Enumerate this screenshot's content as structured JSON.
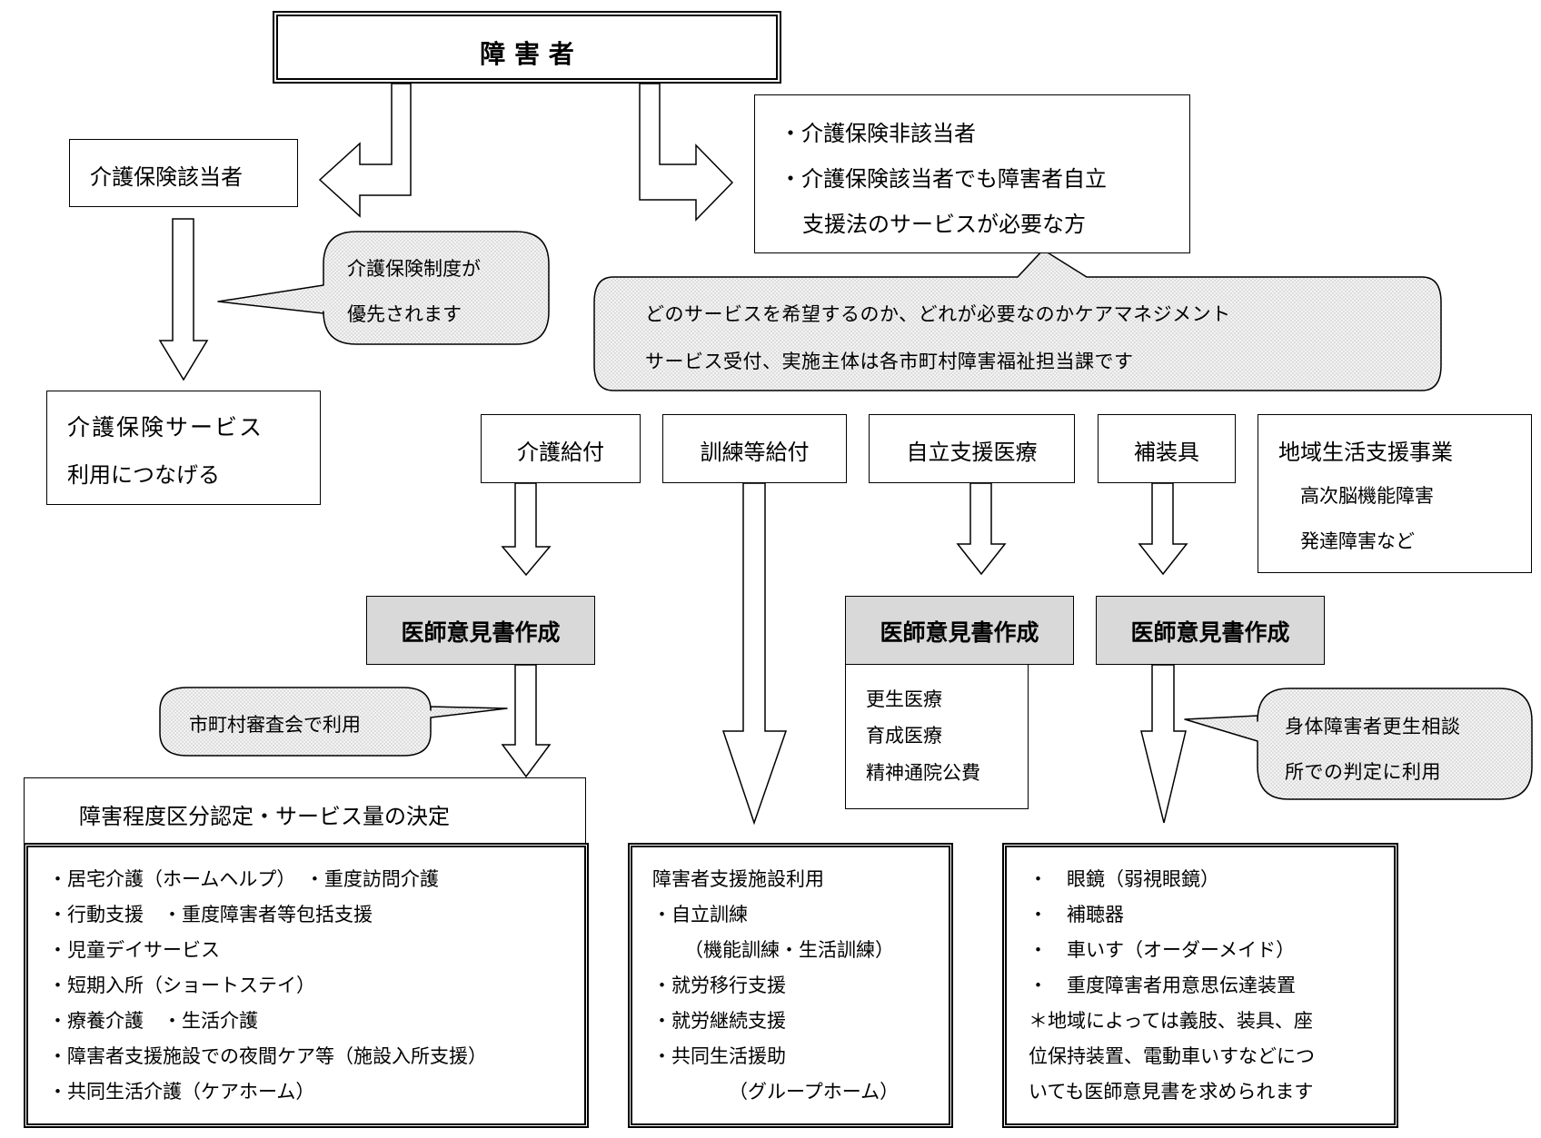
{
  "top": {
    "title": "障 害 者"
  },
  "left": {
    "kaigo_target": "介護保険該当者",
    "bubble_priority": [
      "介護保険制度が",
      "優先されます"
    ],
    "kaigo_service": [
      "介護保険サービス",
      "利用につなげる"
    ]
  },
  "right_top": {
    "lines": [
      "・介護保険非該当者",
      "・介護保険該当者でも障害者自立",
      "支援法のサービスが必要な方"
    ]
  },
  "care_management": {
    "lines": [
      "どのサービスを希望するのか、どれが必要なのかケアマネジメント",
      "サービス受付、実施主体は各市町村障害福祉担当課です"
    ]
  },
  "categories": {
    "kaigo_kyufu": "介護給付",
    "kunren_kyufu": "訓練等給付",
    "jiritsu_iryo": "自立支援医療",
    "hosougu": "補装具",
    "chiiki": [
      "地域生活支援事業",
      "高次脳機能障害",
      "発達障害など"
    ]
  },
  "doctor_opinion": "医師意見書作成",
  "bubble_shinsakai": "市町村審査会で利用",
  "medical_types": [
    "更生医療",
    "育成医療",
    "精神通院公費"
  ],
  "bubble_shintai": [
    "身体障害者更生相談",
    "所での判定に利用"
  ],
  "decision": "障害程度区分認定・サービス量の決定",
  "kaigo_services": [
    "・居宅介護（ホームヘルプ）　・重度訪問介護",
    "・行動支援　・重度障害者等包括支援",
    "・児童デイサービス",
    "・短期入所（ショートステイ）",
    "・療養介護　・生活介護",
    "・障害者支援施設での夜間ケア等（施設入所支援）",
    "・共同生活介護（ケアホーム）"
  ],
  "kunren_services": [
    "障害者支援施設利用",
    "・自立訓練",
    "（機能訓練・生活訓練）",
    "・就労移行支援",
    "・就労継続支援",
    "・共同生活援助",
    "（グループホーム）"
  ],
  "hosougu_items": [
    "・　眼鏡（弱視眼鏡）",
    "・　補聴器",
    "・　車いす（オーダーメイド）",
    "・　重度障害者用意思伝達装置",
    "＊地域によっては義肢、装具、座",
    "位保持装置、電動車いすなどにつ",
    "いても医師意見書を求められます"
  ]
}
